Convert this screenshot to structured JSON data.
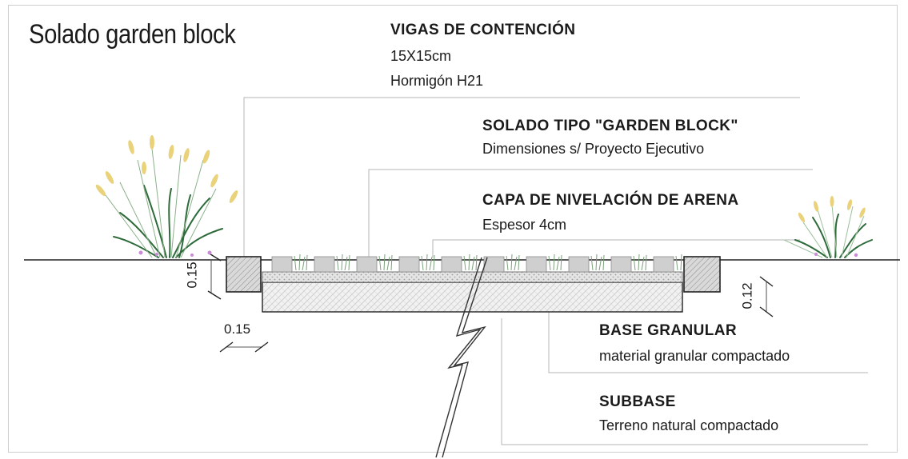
{
  "title": "Solado garden block",
  "callouts": {
    "vigas": {
      "heading": "VIGAS DE CONTENCIÓN",
      "line1": "15X15cm",
      "line2": "Hormigón H21"
    },
    "solado": {
      "heading": "SOLADO TIPO \"GARDEN BLOCK\"",
      "line1": "Dimensiones s/ Proyecto Ejecutivo"
    },
    "capa": {
      "heading": "CAPA DE NIVELACIÓN DE ARENA",
      "line1": "Espesor 4cm"
    },
    "base": {
      "heading": "BASE GRANULAR",
      "line1": "material granular compactado"
    },
    "subbase": {
      "heading": "SUBBASE",
      "line1": "Terreno natural compactado"
    }
  },
  "dimensions": {
    "beam_height": "0.15",
    "beam_width": "0.15",
    "base_thickness": "0.12"
  }
}
